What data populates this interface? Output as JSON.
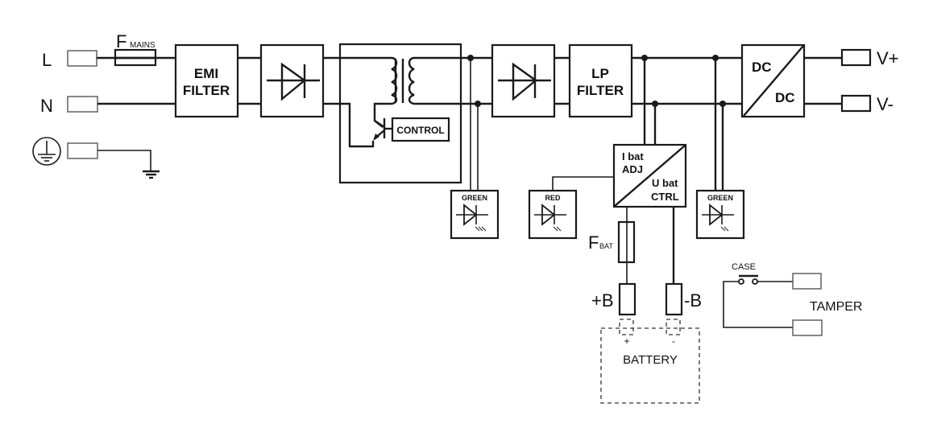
{
  "inputs": {
    "line": "L",
    "neutral": "N"
  },
  "fuse_mains": {
    "main": "F",
    "sub": "MAINS"
  },
  "emi_filter": {
    "line1": "EMI",
    "line2": "FILTER"
  },
  "control": "CONTROL",
  "lp_filter": {
    "line1": "LP",
    "line2": "FILTER"
  },
  "dcdc": {
    "top": "DC",
    "bottom": "DC"
  },
  "outputs": {
    "plus": "V+",
    "minus": "V-"
  },
  "charger": {
    "l1": "I bat",
    "l2": "ADJ",
    "l3": "U bat",
    "l4": "CTRL"
  },
  "leds": [
    {
      "label": "GREEN"
    },
    {
      "label": "RED"
    },
    {
      "label": "GREEN"
    }
  ],
  "fuse_bat": {
    "main": "F",
    "sub": "BAT"
  },
  "battery": {
    "plus_terminal": "+B",
    "minus_terminal": "-B",
    "plus": "+",
    "minus": "-",
    "label": "BATTERY"
  },
  "tamper": {
    "switch": "CASE",
    "label": "TAMPER"
  }
}
